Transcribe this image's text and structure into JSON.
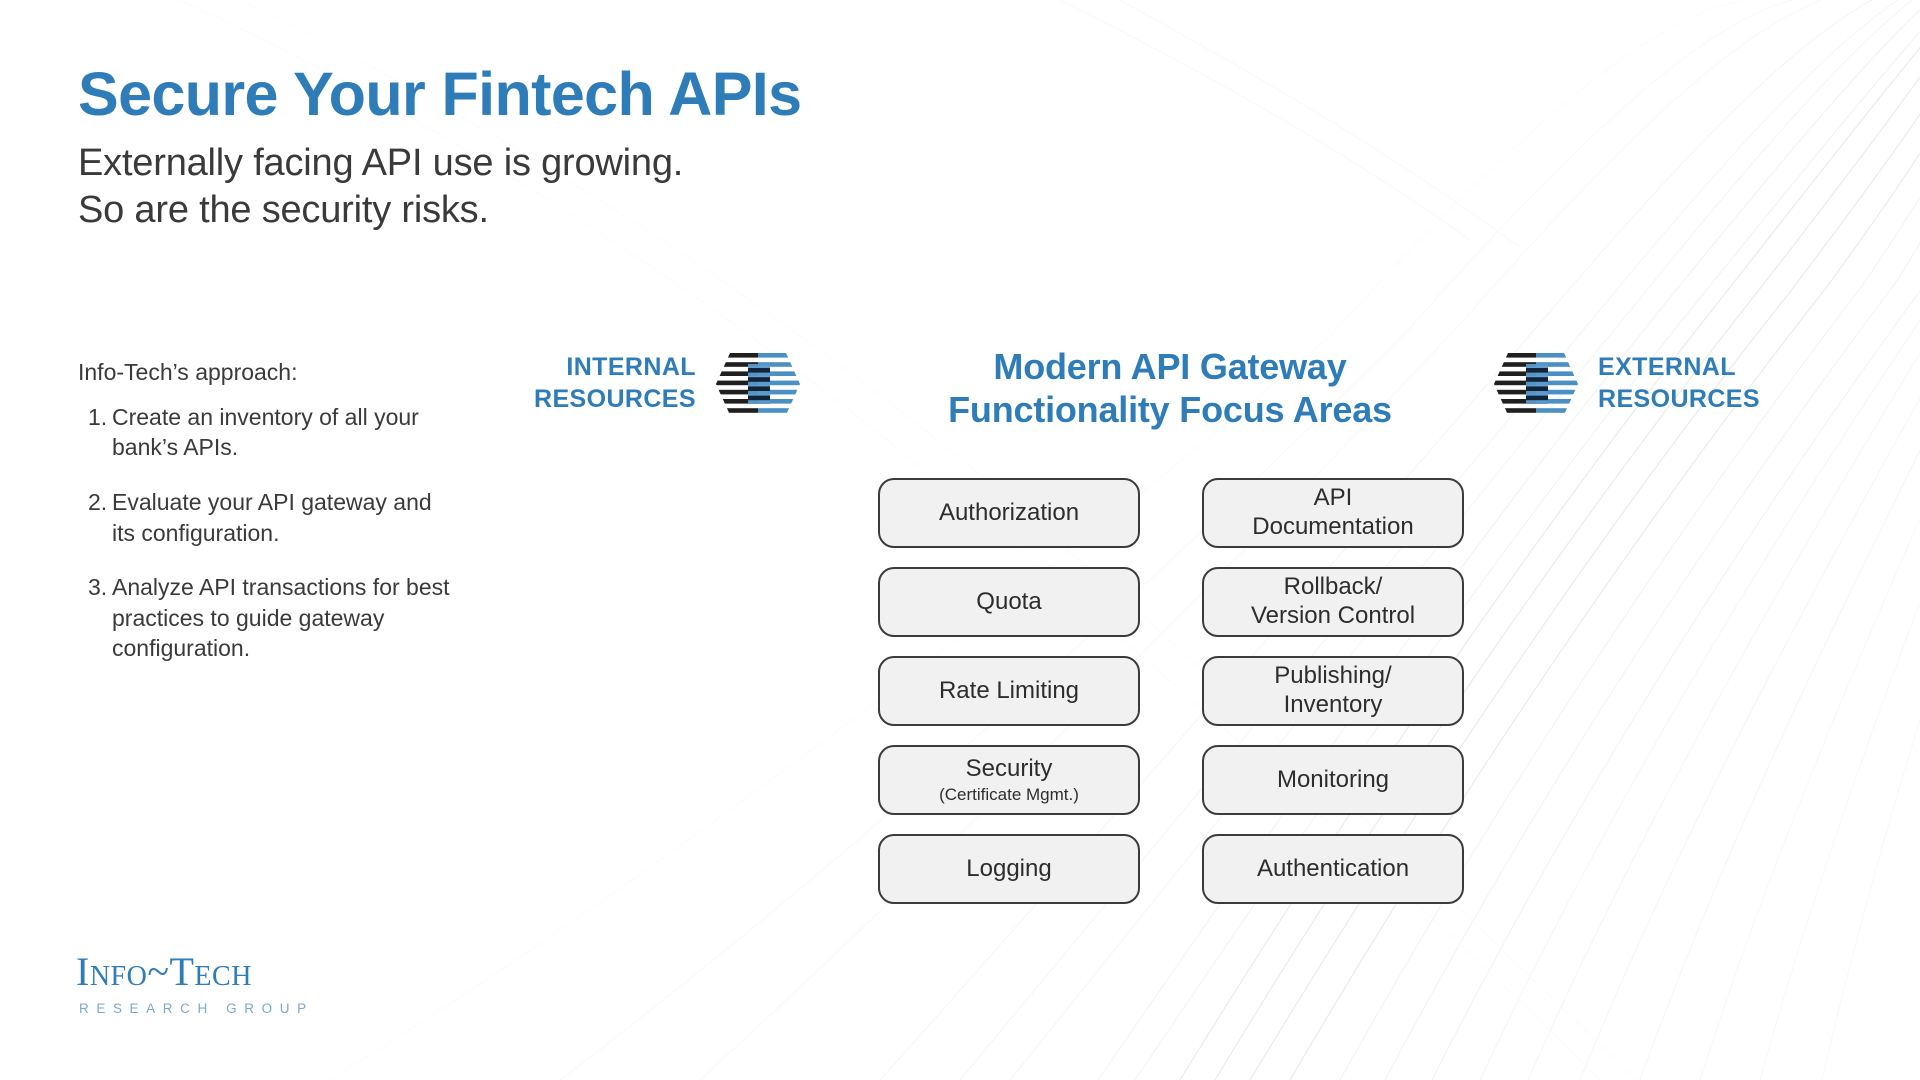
{
  "slide": {
    "title": "Secure Your Fintech APIs",
    "subtitle_line1": "Externally facing API use is growing.",
    "subtitle_line2": "So are the security risks."
  },
  "approach": {
    "heading": "Info-Tech’s approach:",
    "items": [
      {
        "number": "1.",
        "text": "Create an inventory of all your bank’s APIs."
      },
      {
        "number": "2.",
        "text": "Evaluate your API gateway and its configuration."
      },
      {
        "number": "3.",
        "text": "Analyze API transactions for best practices to guide gateway configuration."
      }
    ]
  },
  "resources": {
    "internal": {
      "label_line1": "INTERNAL",
      "label_line2": "RESOURCES",
      "icon": "striped-hexagon-icon"
    },
    "external": {
      "label_line1": "EXTERNAL",
      "label_line2": "RESOURCES",
      "icon": "striped-hexagon-icon"
    }
  },
  "gateway": {
    "title_line1": "Modern API Gateway",
    "title_line2": "Functionality Focus Areas",
    "left_column": [
      {
        "main": "Authorization",
        "sub": ""
      },
      {
        "main": "Quota",
        "sub": ""
      },
      {
        "main": "Rate Limiting",
        "sub": ""
      },
      {
        "main": "Security",
        "sub": "(Certificate Mgmt.)"
      },
      {
        "main": "Logging",
        "sub": ""
      }
    ],
    "right_column": [
      {
        "main": "API\nDocumentation",
        "sub": ""
      },
      {
        "main": "Rollback/\nVersion Control",
        "sub": ""
      },
      {
        "main": "Publishing/\nInventory",
        "sub": ""
      },
      {
        "main": "Monitoring",
        "sub": ""
      },
      {
        "main": "Authentication",
        "sub": ""
      }
    ]
  },
  "logo": {
    "name": "Info~Tech",
    "tagline": "RESEARCH GROUP"
  },
  "colors": {
    "brand_blue": "#2e7cb8",
    "accent_light_blue": "#7ea9cc",
    "text_dark": "#3a3a3a",
    "pill_fill": "#f1f1f1",
    "pill_border": "#3b3b3b"
  }
}
